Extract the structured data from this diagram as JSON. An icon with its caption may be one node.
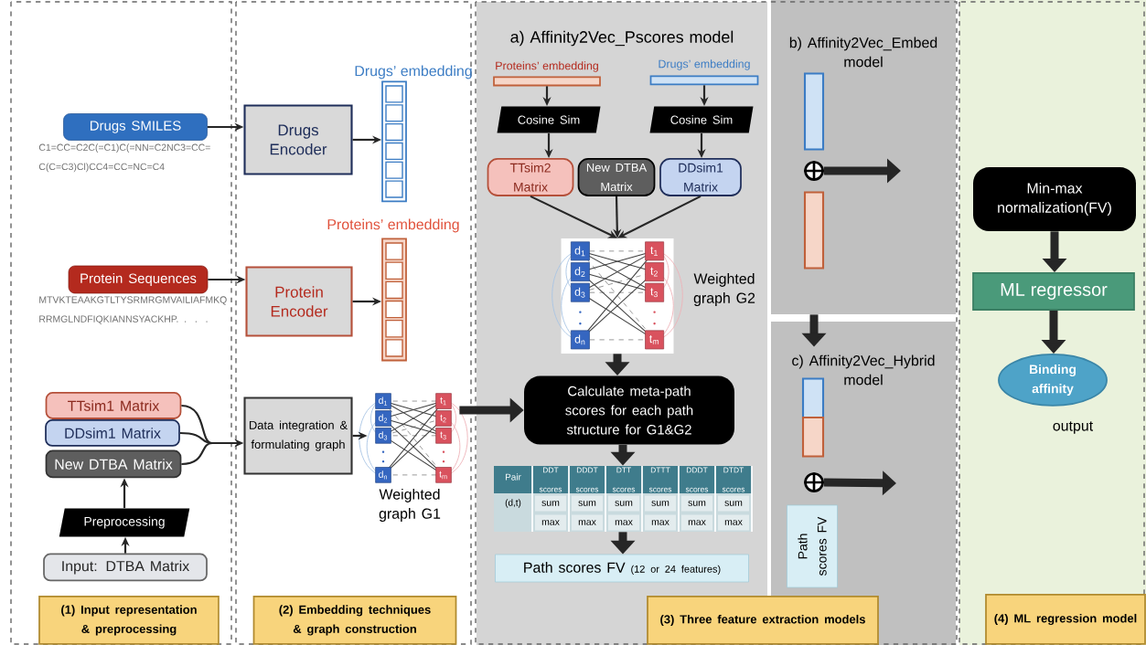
{
  "diagram": {
    "nodes": [
      {
        "text": [
          "Drugs SMILES"
        ],
        "beside": [
          "C1=CC=C2C(=C1)C(=NN=C2NC3=CC= C(C=C3)Cl)CC4=CC=NC=C4"
        ]
      },
      {
        "text": [
          "Protein Sequences"
        ],
        "beside": [
          "MTVKTEAAKGTLTYSRMRGMVAILIAFMKQ RRMGLNDFIQKIANNSYACKHP. . . ."
        ]
      },
      {
        "text": [
          "TTsim1 Matrix"
        ]
      },
      {
        "text": [
          "DDsim1 Matrix"
        ]
      },
      {
        "text": [
          "New DTBA Matrix"
        ]
      },
      {
        "text": [
          "Preprocessing"
        ]
      },
      {
        "text": [
          "Input: DTBA Matrix"
        ]
      },
      {
        "text": [
          "(1) Input representation & preprocessing"
        ]
      },
      {
        "text": [
          "Drugs Encoder"
        ]
      },
      {
        "text": [
          "Protein Encoder"
        ]
      },
      {
        "text": [
          "Drugs’ embedding"
        ]
      },
      {
        "text": [
          "Proteins’ embedding"
        ]
      },
      {
        "text": [
          "Data integration & formulating graph"
        ]
      },
      {
        "text": [
          "Weighted graph G1"
        ]
      },
      {
        "text": [
          "(2) Embedding techniques & graph construction"
        ]
      },
      {
        "text": [
          "a) Affinity2Vec_Pscores model"
        ]
      },
      {
        "text": [
          "Proteins’ embedding"
        ],
        "in": 15
      },
      {
        "text": [
          "Drugs’ embedding"
        ],
        "in": 15
      },
      {
        "text": [
          "Cosine Sim"
        ],
        "in": 15
      },
      {
        "text": [
          "Cosine Sim"
        ],
        "in": 15
      },
      {
        "text": [
          "TTsim2 Matrix"
        ],
        "in": 15
      },
      {
        "text": [
          "New DTBA Matrix"
        ],
        "in": 15
      },
      {
        "text": [
          "DDsim1 Matrix"
        ],
        "in": 15
      },
      {
        "text": [
          "Weighted graph G2"
        ],
        "in": 15
      },
      {
        "text": [
          "Calculate meta-path scores for each path structure for G1&G2"
        ],
        "in": 15
      },
      {
        "text": [],
        "shape": "table",
        "in": 15
      },
      {
        "text": [
          "Path scores FV",
          "(12 or 24 features)"
        ],
        "in": 15
      },
      {
        "text": [
          "(3) Three feature extraction models"
        ]
      },
      {
        "text": [
          "b) Affinity2Vec_Embed model"
        ]
      },
      {
        "text": [],
        "shape": "bar",
        "in": 28
      },
      {
        "text": [],
        "shape": "circle",
        "in": 28
      },
      {
        "text": [],
        "shape": "bar",
        "in": 28
      },
      {
        "text": [
          "c) Affinity2Vec_Hybrid model"
        ]
      },
      {
        "text": [],
        "shape": "bar",
        "in": 32
      },
      {
        "text": [],
        "shape": "circle",
        "in": 32
      },
      {
        "text": [
          "Path scores FV"
        ],
        "in": 32
      },
      {
        "text": [
          "Min-max normalization(FV)"
        ]
      },
      {
        "text": [
          "ML regressor"
        ]
      },
      {
        "text": [
          "Binding affinity"
        ],
        "beside": [
          "output"
        ]
      },
      {
        "text": [
          "(4) ML regression model"
        ]
      }
    ],
    "edges": [
      {
        "from": 0,
        "to": 8,
        "arrow": "to"
      },
      {
        "from": 1,
        "to": 9,
        "arrow": "to"
      },
      {
        "from": 8,
        "to": 10,
        "arrow": "to"
      },
      {
        "from": 9,
        "to": 11,
        "arrow": "to"
      },
      {
        "from": 2,
        "to": 12,
        "arrow": "to"
      },
      {
        "from": 3,
        "to": 12,
        "arrow": "to"
      },
      {
        "from": 4,
        "to": 12,
        "arrow": "to"
      },
      {
        "from": 5,
        "to": 4,
        "arrow": "to"
      },
      {
        "from": 6,
        "to": 5,
        "arrow": "to"
      },
      {
        "from": 12,
        "to": 13,
        "arrow": "to"
      },
      {
        "from": 13,
        "to": 24,
        "arrow": "to",
        "style": "thick"
      },
      {
        "from": 16,
        "to": 18,
        "arrow": "to"
      },
      {
        "from": 17,
        "to": 19,
        "arrow": "to"
      },
      {
        "from": 18,
        "to": 20,
        "arrow": "to"
      },
      {
        "from": 19,
        "to": 22,
        "arrow": "to"
      },
      {
        "from": 20,
        "to": 23,
        "arrow": "to"
      },
      {
        "from": 21,
        "to": 23,
        "arrow": "to"
      },
      {
        "from": 22,
        "to": 23,
        "arrow": "to"
      },
      {
        "from": 23,
        "to": 24,
        "arrow": "to",
        "style": "thick"
      },
      {
        "from": 24,
        "to": 25,
        "arrow": "to",
        "style": "thick"
      },
      {
        "from": 25,
        "to": 26,
        "arrow": "to",
        "style": "thick"
      },
      {
        "from": 28,
        "to": 32,
        "arrow": "to",
        "style": "thick"
      },
      {
        "from": 30,
        "to": null,
        "arrow": "to",
        "style": "thick"
      },
      {
        "from": 34,
        "to": null,
        "arrow": "to",
        "style": "thick"
      },
      {
        "from": 36,
        "to": 37,
        "arrow": "to",
        "style": "thick"
      },
      {
        "from": 37,
        "to": 38,
        "arrow": "to",
        "style": "thick"
      }
    ],
    "labels": [
      "d$_{1}$",
      "t$_{1}$",
      "d$_{2}$",
      "t$_{2}$",
      "d$_{3}$",
      "t$_{3}$",
      "d$_{n}$",
      "t$_{m}$",
      "d$_{1}$",
      "t$_{1}$",
      "d$_{2}$",
      "t$_{2}$",
      "d$_{3}$",
      "t$_{3}$",
      "d$_{n}$",
      "t$_{m}$",
      "Pair",
      "DDT scores",
      "DDDT scores",
      "DTT scores",
      "DTTT scores",
      "DDDT scores",
      "DTDT scores",
      "(d,t)",
      "sum",
      "sum",
      "sum",
      "sum",
      "sum",
      "sum",
      "max",
      "max",
      "max",
      "max",
      "max",
      "max"
    ]
  }
}
